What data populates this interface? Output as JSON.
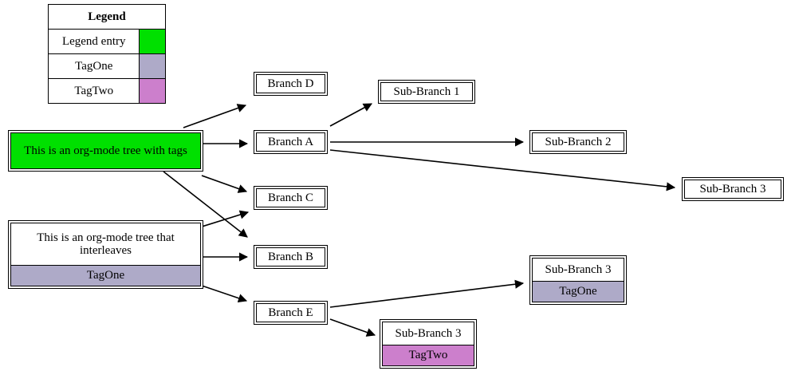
{
  "diagram": {
    "type": "org-mode-tag-tree",
    "background": "#ffffff",
    "edge_color": "#000000"
  },
  "colors": {
    "legend_entry": "#00e000",
    "tag_one": "#aeaac8",
    "tag_two": "#cc7fcc",
    "node_fill": "#ffffff",
    "border": "#000000"
  },
  "legend": {
    "title": "Legend",
    "rows": [
      {
        "label": "Legend entry",
        "swatch": "#00e000"
      },
      {
        "label": "TagOne",
        "swatch": "#aeaac8"
      },
      {
        "label": "TagTwo",
        "swatch": "#cc7fcc"
      }
    ]
  },
  "nodes": [
    {
      "id": "root_tags",
      "title": "This is an org-mode tree with tags",
      "tag": null,
      "fill": "#00e000",
      "tag_fill": null
    },
    {
      "id": "root_inter",
      "title": "This is an org-mode tree that interleaves",
      "tag": "TagOne",
      "fill": "#ffffff",
      "tag_fill": "#aeaac8"
    },
    {
      "id": "branch_d",
      "title": "Branch D",
      "tag": null,
      "fill": "#ffffff",
      "tag_fill": null
    },
    {
      "id": "branch_a",
      "title": "Branch A",
      "tag": null,
      "fill": "#ffffff",
      "tag_fill": null
    },
    {
      "id": "branch_c",
      "title": "Branch C",
      "tag": null,
      "fill": "#ffffff",
      "tag_fill": null
    },
    {
      "id": "branch_b",
      "title": "Branch B",
      "tag": null,
      "fill": "#ffffff",
      "tag_fill": null
    },
    {
      "id": "branch_e",
      "title": "Branch E",
      "tag": null,
      "fill": "#ffffff",
      "tag_fill": null
    },
    {
      "id": "sub1",
      "title": "Sub-Branch 1",
      "tag": null,
      "fill": "#ffffff",
      "tag_fill": null
    },
    {
      "id": "sub2",
      "title": "Sub-Branch 2",
      "tag": null,
      "fill": "#ffffff",
      "tag_fill": null
    },
    {
      "id": "sub3",
      "title": "Sub-Branch 3",
      "tag": null,
      "fill": "#ffffff",
      "tag_fill": null
    },
    {
      "id": "sub3_one",
      "title": "Sub-Branch 3",
      "tag": "TagOne",
      "fill": "#ffffff",
      "tag_fill": "#aeaac8"
    },
    {
      "id": "sub3_two",
      "title": "Sub-Branch 3",
      "tag": "TagTwo",
      "fill": "#ffffff",
      "tag_fill": "#cc7fcc"
    }
  ],
  "edges": [
    {
      "from": "root_tags",
      "to": "branch_d"
    },
    {
      "from": "root_tags",
      "to": "branch_a"
    },
    {
      "from": "root_tags",
      "to": "branch_c"
    },
    {
      "from": "root_tags",
      "to": "branch_b"
    },
    {
      "from": "root_inter",
      "to": "branch_c"
    },
    {
      "from": "root_inter",
      "to": "branch_b"
    },
    {
      "from": "root_inter",
      "to": "branch_e"
    },
    {
      "from": "branch_a",
      "to": "sub1"
    },
    {
      "from": "branch_a",
      "to": "sub2"
    },
    {
      "from": "branch_a",
      "to": "sub3"
    },
    {
      "from": "branch_e",
      "to": "sub3_one"
    },
    {
      "from": "branch_e",
      "to": "sub3_two"
    }
  ]
}
